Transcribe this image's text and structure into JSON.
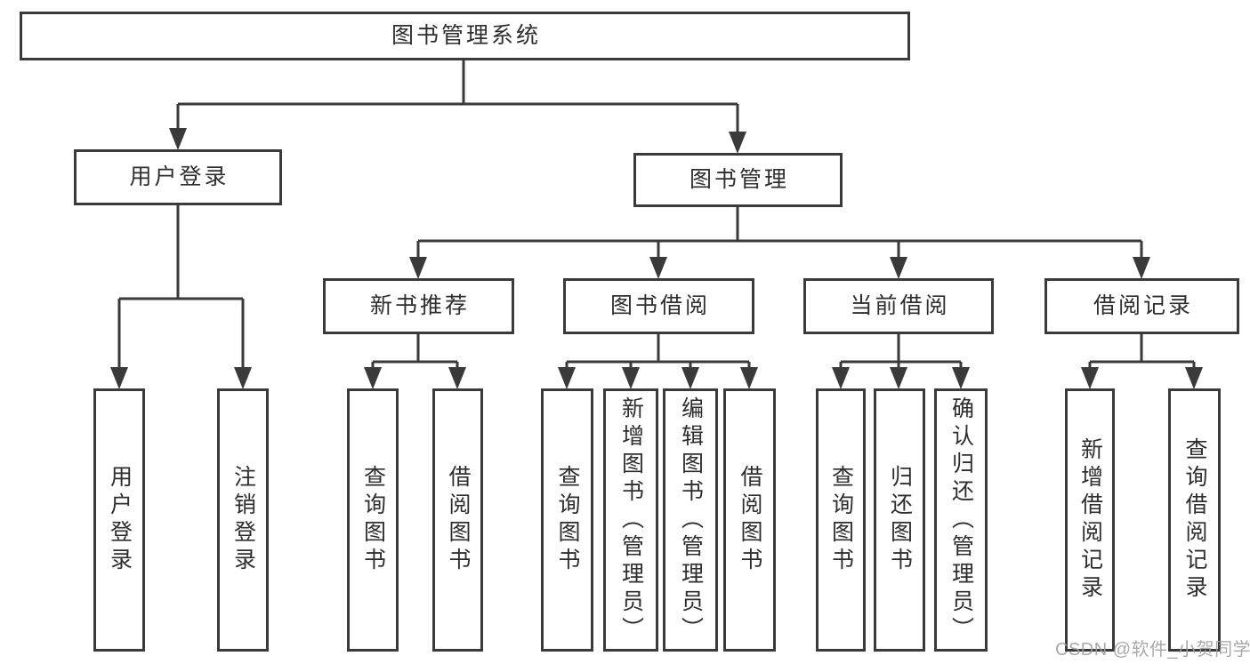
{
  "colors": {
    "line": "#3a3a3a",
    "text": "#2e2e2e",
    "box-border": "#3a3a3a",
    "background": "#ffffff",
    "watermark": "#9e9e9e"
  },
  "watermark": "CSDN @软件_小贺同学",
  "nodes": {
    "root": {
      "label": "图书管理系统"
    },
    "user_login": {
      "label": "用户登录"
    },
    "book_mgmt": {
      "label": "图书管理"
    },
    "new_book_rec": {
      "label": "新书推荐"
    },
    "book_borrow": {
      "label": "图书借阅"
    },
    "current_borrow": {
      "label": "当前借阅"
    },
    "borrow_records": {
      "label": "借阅记录"
    },
    "leaf_user_login": {
      "label": "用户登录"
    },
    "leaf_logout": {
      "label": "注销登录"
    },
    "leaf_query_books_rec": {
      "label": "查询图书"
    },
    "leaf_borrow_books_rec": {
      "label": "借阅图书"
    },
    "leaf_query_books_borrow": {
      "label": "查询图书"
    },
    "leaf_add_books": {
      "label": "新增图书（管理员）"
    },
    "leaf_edit_books": {
      "label": "编辑图书（管理员）"
    },
    "leaf_borrow_books": {
      "label": "借阅图书"
    },
    "leaf_query_books_current": {
      "label": "查询图书"
    },
    "leaf_return_books": {
      "label": "归还图书"
    },
    "leaf_confirm_return": {
      "label": "确认归还（管理员）"
    },
    "leaf_add_borrow_record": {
      "label": "新增借阅记录"
    },
    "leaf_query_borrow_record": {
      "label": "查询借阅记录"
    }
  }
}
